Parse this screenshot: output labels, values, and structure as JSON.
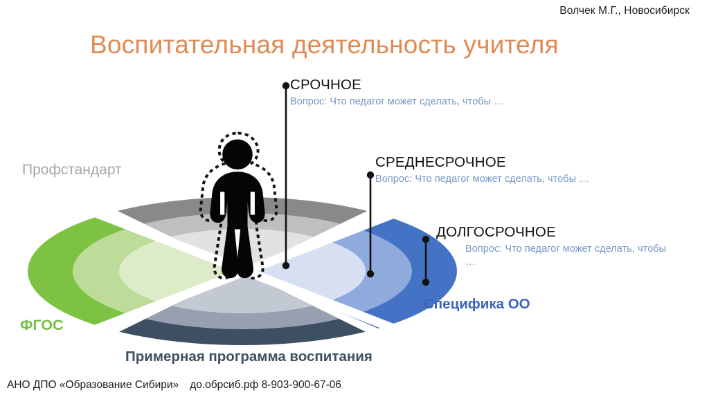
{
  "header": {
    "author": "Волчек М.Г., Новосибирск"
  },
  "title": "Воспитательная деятельность учителя",
  "callouts": [
    {
      "id": "urgent",
      "heading": "СРОЧНОЕ",
      "question": "Вопрос: Что педагог может сделать, чтобы …"
    },
    {
      "id": "medium",
      "heading": "СРЕДНЕСРОЧНОЕ",
      "question": "Вопрос: Что педагог может сделать, чтобы …"
    },
    {
      "id": "long",
      "heading": "ДОЛГОСРОЧНОЕ",
      "question": "Вопрос: Что педагог может сделать, чтобы …"
    }
  ],
  "zones": [
    {
      "id": "profstandart",
      "label": "Профстандарт",
      "color": "#A6A6A6"
    },
    {
      "id": "fgos",
      "label": "ФГОС",
      "color": "#74BF44"
    },
    {
      "id": "specifika",
      "label": "Специфика ОО",
      "color": "#3A63B8"
    },
    {
      "id": "programma",
      "label": "Примерная программа воспитания",
      "color": "#3E4F63"
    }
  ],
  "diagram": {
    "figure_icon": "person-silhouette-icon",
    "quadrant_colors": {
      "top_gray": [
        "#898989",
        "#BFBFBF",
        "#E2E2E2"
      ],
      "left_green": [
        "#7DC242",
        "#BDDC9A",
        "#DCEBC8"
      ],
      "right_blue": [
        "#4472C4",
        "#8FAADC",
        "#D6E0F2"
      ],
      "bottom_slate": [
        "#3E4F63",
        "#96A0B0",
        "#C3C9D3"
      ]
    },
    "title_color": "#E08A52",
    "question_color": "#7597C4"
  },
  "footer": {
    "org": "АНО ДПО «Образование Сибири»",
    "site": "до.обрсиб.рф",
    "phone": "8-903-900-67-06"
  }
}
